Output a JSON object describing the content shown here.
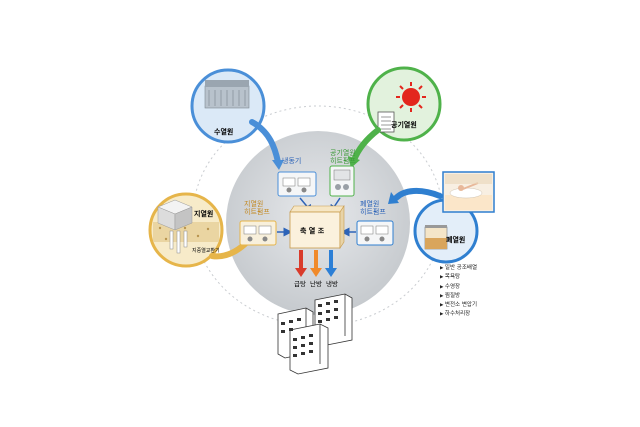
{
  "sources": {
    "water": "수열원",
    "air": "공기열원",
    "ground": "지열원",
    "waste": "폐열원"
  },
  "ground_well_label": "지중열교환기",
  "heatpumps": {
    "chiller": "냉동기",
    "air_hp_line1": "공기열원",
    "air_hp_line2": "히트펌프",
    "geo_hp_line1": "지열원",
    "geo_hp_line2": "히트펌프",
    "waste_hp_line1": "폐열원",
    "waste_hp_line2": "히트펌프"
  },
  "storage_tank": "축 열 조",
  "outputs": {
    "hot_water": "급탕",
    "heating": "난방",
    "cooling": "냉방"
  },
  "waste_heat_list": [
    "일반 공조배열",
    "목욕탕",
    "수영장",
    "찜질방",
    "변전소 변압기",
    "하수처리장"
  ],
  "colors": {
    "water": "#4a8fd8",
    "air": "#4fb24a",
    "ground": "#e6b54a",
    "waste": "#2f7fd0",
    "core": "#d2d6db",
    "arrow_red": "#d93b2b",
    "arrow_orange": "#f08a2a",
    "arrow_blue": "#2c7fd6"
  }
}
